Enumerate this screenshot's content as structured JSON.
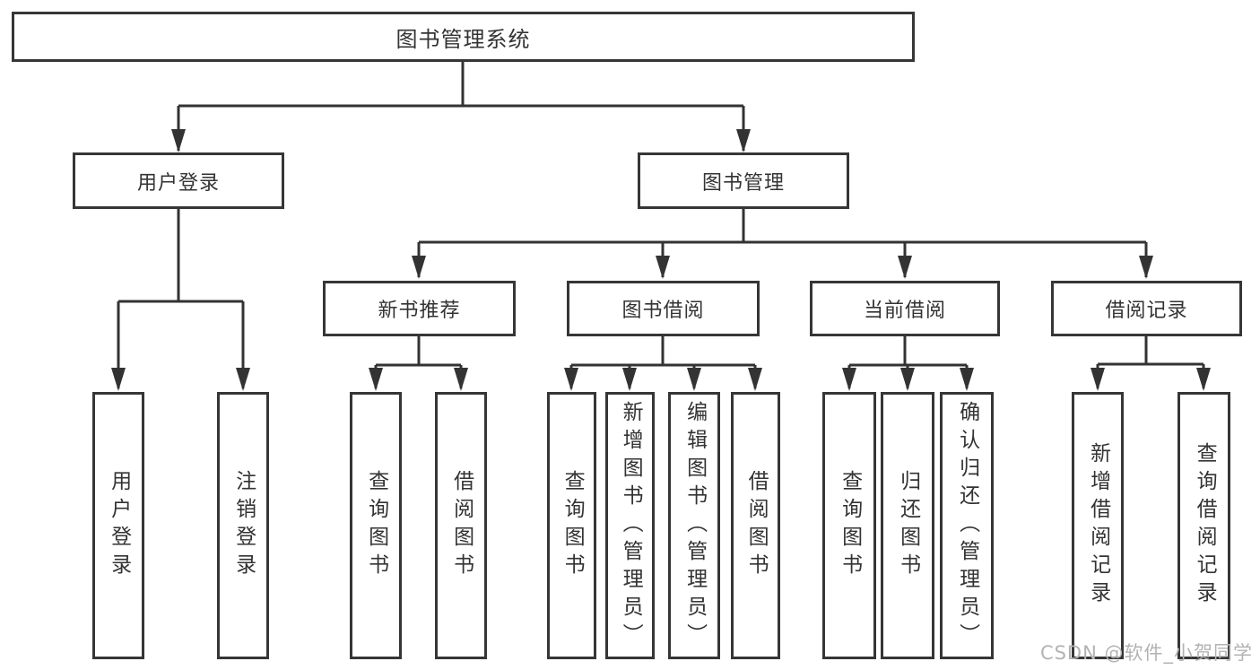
{
  "diagram": {
    "root": {
      "label": "图书管理系统"
    },
    "branches": [
      {
        "label": "用户登录"
      },
      {
        "label": "图书管理"
      }
    ],
    "modules": [
      {
        "label": "新书推荐"
      },
      {
        "label": "图书借阅"
      },
      {
        "label": "当前借阅"
      },
      {
        "label": "借阅记录"
      }
    ],
    "leaves": [
      {
        "label": "用户登录"
      },
      {
        "label": "注销登录"
      },
      {
        "label": "查询图书"
      },
      {
        "label": "借阅图书"
      },
      {
        "label": "查询图书"
      },
      {
        "label": "新增图书（管理员）"
      },
      {
        "label": "编辑图书（管理员）"
      },
      {
        "label": "借阅图书"
      },
      {
        "label": "查询图书"
      },
      {
        "label": "归还图书"
      },
      {
        "label": "确认归还（管理员）"
      },
      {
        "label": "新增借阅记录"
      },
      {
        "label": "查询借阅记录"
      }
    ],
    "watermark": "CSDN @软件_小贺同学",
    "colors": {
      "line": "#333333",
      "border": "#363636",
      "text": "#333333",
      "watermark": "#b3b3b3",
      "background": "#ffffff"
    }
  }
}
